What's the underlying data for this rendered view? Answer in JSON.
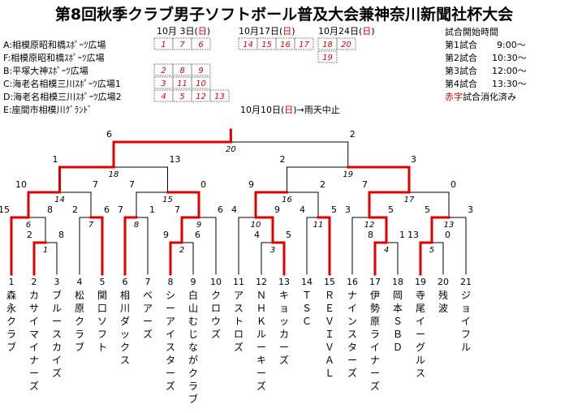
{
  "title": "第8回秋季クラブ男子ソフトボール普及大会兼神奈川新聞社杯大会",
  "schedule": {
    "dates": [
      {
        "pre": "10月 3日(",
        "day": "日",
        "post": ")"
      },
      {
        "pre": "10月17日(",
        "day": "日",
        "post": ")"
      },
      {
        "pre": "10月24日(",
        "day": "日",
        "post": ")"
      }
    ],
    "venues": [
      {
        "label": "A:相模原昭和橋ｽﾎﾟｰﾂ広場",
        "d1": [],
        "d2": [
          "14",
          "15",
          "16",
          "17"
        ],
        "d3": [
          "18",
          "20"
        ]
      },
      {
        "label": "F:相模原昭和橋ｽﾎﾟｰﾂ広場",
        "d1": [],
        "d2": [],
        "d3": [
          "19"
        ]
      },
      {
        "label": "B:平塚大神ｽﾎﾟｰﾂ広場",
        "d1": [
          "2",
          "8",
          "9"
        ],
        "d2": [],
        "d3": []
      },
      {
        "label": "C:海老名相模三川ｽﾎﾟｰﾂ広場1",
        "d1": [
          "3",
          "11",
          "10"
        ],
        "d2": [],
        "d3": []
      },
      {
        "label": "D:海老名相模三川ｽﾎﾟｰﾂ広場2",
        "d1": [
          "4",
          "5",
          "12",
          "13"
        ],
        "d2": [],
        "d3": []
      },
      {
        "label": "E:座間市相模川ｸﾞﾗﾝﾄﾞ",
        "d1": [],
        "d2": [],
        "d3": []
      }
    ],
    "venue1_row_d1": [
      "1",
      "7",
      "6"
    ],
    "rain_note": {
      "pre": "10月10日(",
      "day": "日",
      "post": ")→雨天中止"
    }
  },
  "start_times": {
    "heading": "試合開始時間",
    "rows": [
      {
        "label": "第1試合",
        "time": "9:00～"
      },
      {
        "label": "第2試合",
        "time": "10:30～"
      },
      {
        "label": "第3試合",
        "time": "12:00～"
      },
      {
        "label": "第4試合",
        "time": "13:30～"
      }
    ],
    "legend_red": "赤字",
    "legend_rest": "試合消化済み"
  },
  "teams": [
    {
      "no": "1",
      "name": "森永クラブ"
    },
    {
      "no": "2",
      "name": "カサイマイナーズ"
    },
    {
      "no": "3",
      "name": "ブルースカイズ"
    },
    {
      "no": "4",
      "name": "松原クラブ"
    },
    {
      "no": "5",
      "name": "関口ソフト"
    },
    {
      "no": "6",
      "name": "相川ダックス"
    },
    {
      "no": "7",
      "name": "ベアーズ"
    },
    {
      "no": "8",
      "name": "シーアイスターズ"
    },
    {
      "no": "9",
      "name": "白山むじながクラブ"
    },
    {
      "no": "10",
      "name": "クロウズ"
    },
    {
      "no": "11",
      "name": "アストロズ"
    },
    {
      "no": "12",
      "name": "ＮＨＫルーキーズ"
    },
    {
      "no": "13",
      "name": "キョッカーズ"
    },
    {
      "no": "14",
      "name": "ＴＳＣ"
    },
    {
      "no": "15",
      "name": "ＲＥＶＩＶＡＬ"
    },
    {
      "no": "16",
      "name": "ナインスターズ"
    },
    {
      "no": "17",
      "name": "伊勢原ライナーズ"
    },
    {
      "no": "18",
      "name": "岡本ＳＢＤ"
    },
    {
      "no": "19",
      "name": "寺尾イーグルス"
    },
    {
      "no": "20",
      "name": "残波"
    },
    {
      "no": "21",
      "name": "ジョイフル"
    }
  ],
  "scores": {
    "m1": [
      "2",
      "8"
    ],
    "m2": [
      "9",
      "6"
    ],
    "m3": [
      "4",
      "5"
    ],
    "m4": [
      "8",
      "1"
    ],
    "m5": [
      "13",
      "0"
    ],
    "m6": [
      "15",
      "8"
    ],
    "m7": [
      "2",
      "6"
    ],
    "m8": [
      "7",
      "1"
    ],
    "m9": [
      "7",
      "6"
    ],
    "m10": [
      "4",
      "9"
    ],
    "m11": [
      "4",
      "5"
    ],
    "m12": [
      "3",
      "5"
    ],
    "m13": [
      "5",
      "3"
    ],
    "m14": [
      "10",
      "7"
    ],
    "m15": [
      "7",
      "0"
    ],
    "m16": [
      "9",
      "2"
    ],
    "m17": [
      "7",
      "0"
    ],
    "m18": [
      "1",
      "13"
    ],
    "m19": [
      "2",
      "3"
    ],
    "m20": [
      "6",
      "2"
    ]
  },
  "match_labels": [
    "1",
    "2",
    "3",
    "4",
    "5",
    "6",
    "7",
    "8",
    "9",
    "10",
    "11",
    "12",
    "13",
    "14",
    "15",
    "16",
    "17",
    "18",
    "19",
    "20"
  ],
  "colors": {
    "win": "#e00000",
    "line": "#000000",
    "box_border": "#888888"
  }
}
